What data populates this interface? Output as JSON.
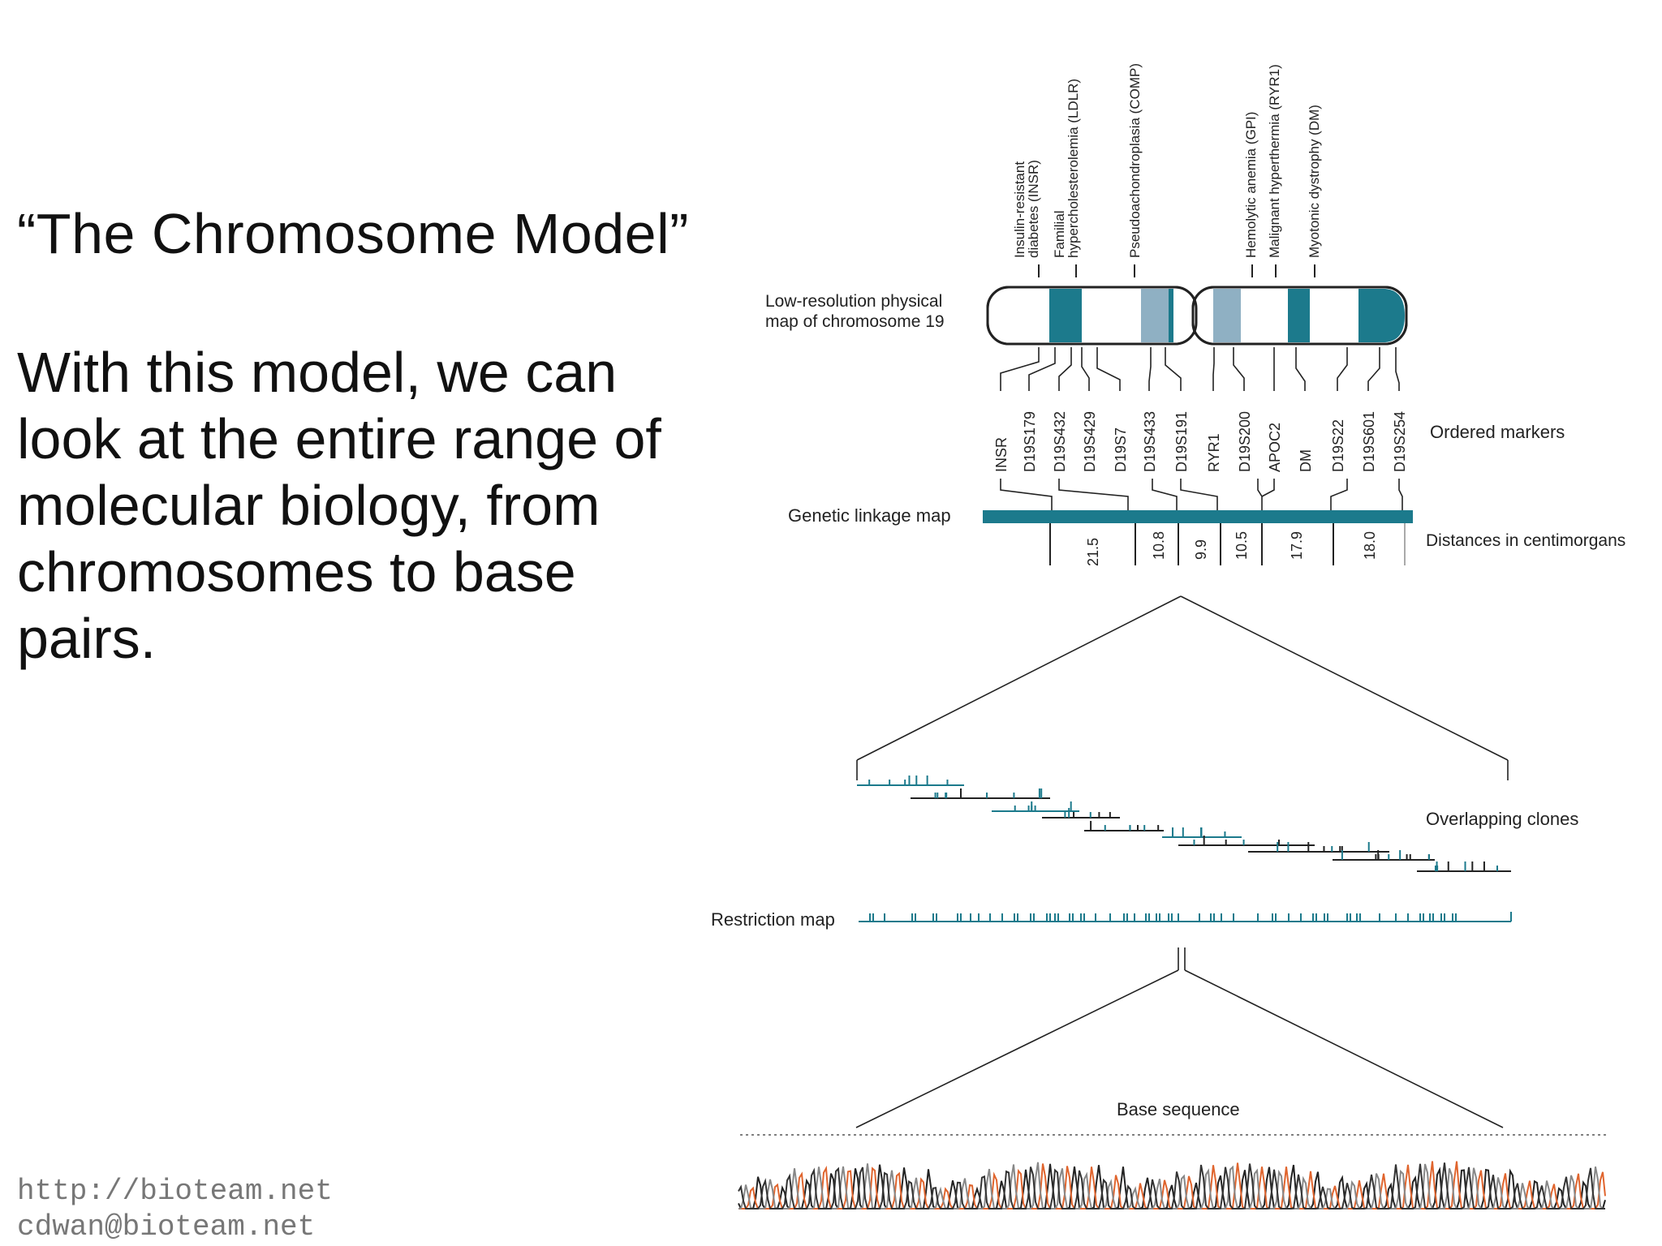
{
  "slide": {
    "title": "“The Chromosome Model”",
    "body_lines": [
      "With this model, we can",
      "look at the entire range of",
      "molecular biology, from",
      "chromosomes to base",
      "pairs."
    ],
    "footer_url": "http://bioteam.net",
    "footer_email": "cdwan@bioteam.net"
  },
  "diagram": {
    "colors": {
      "teal": "#1c7a8c",
      "light_band": "#8fb0c3",
      "outline": "#222222",
      "orange_trace": "#e0652e",
      "grey_trace": "#888888"
    },
    "disease_labels": [
      [
        "Insulin-resistant",
        "diabetes (INSR)"
      ],
      [
        "Familial",
        "hypercholesterolemia (LDLR)"
      ],
      [
        "Pseudoachondroplasia (COMP)"
      ],
      [
        "Hemolytic anemia (GPI)"
      ],
      [
        "Malignant hyperthermia (RYR1)"
      ],
      [
        "Myotonic dystrophy (DM)"
      ]
    ],
    "physical_map_label": [
      "Low-resolution physical",
      "map of chromosome 19"
    ],
    "markers": [
      "INSR",
      "D19S179",
      "D19S432",
      "D19S429",
      "D19S7",
      "D19S433",
      "D19S191",
      "RYR1",
      "D19S200",
      "APOC2",
      "DM",
      "D19S22",
      "D19S601",
      "D19S254"
    ],
    "ordered_markers_label": "Ordered markers",
    "linkage_label": "Genetic linkage map",
    "distances": [
      "21.5",
      "10.8",
      "9.9",
      "10.5",
      "17.9",
      "18.0"
    ],
    "distances_label": "Distances in centimorgans",
    "clones_label": "Overlapping clones",
    "restriction_label": "Restriction map",
    "sequence_label": "Base sequence"
  }
}
